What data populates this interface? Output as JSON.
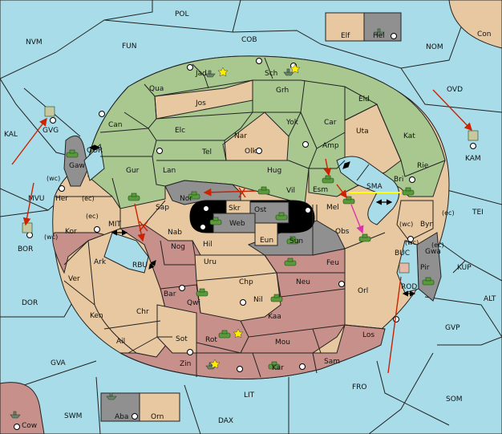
{
  "colors": {
    "sea": "#a8dce8",
    "green": "#a8c890",
    "tan": "#e8c8a0",
    "rose": "#c8908a",
    "gray": "#909090",
    "black": "#000000",
    "order_red": "#cc2200",
    "support_yellow": "#ffff00",
    "convoy_magenta": "#dd33aa"
  },
  "sea_regions": {
    "pol": "POL",
    "nvm": "NVM",
    "fun": "FUN",
    "cob": "COB",
    "nom": "NOM",
    "ovd": "OVD",
    "kal": "KAL",
    "mvu": "MVU",
    "bor": "BOR",
    "tei": "TEI",
    "kup": "KUP",
    "alt": "ALT",
    "dor": "DOR",
    "gvp": "GVP",
    "gva": "GVA",
    "fro": "FRO",
    "som": "SOM",
    "lit": "LIT",
    "swm": "SWM",
    "dax": "DAX",
    "kam": "KAM",
    "gvg": "GVG"
  },
  "straits": {
    "gor": "GOR",
    "mit": "MIT",
    "rbu": "RBU",
    "sma": "SMA",
    "buc": "BUC",
    "rod": "ROD"
  },
  "corner_land": {
    "con": "Con",
    "elf": "Elf",
    "hel": "Hel",
    "aba": "Aba",
    "orn": "Orn",
    "cow": "Cow"
  },
  "provinces": {
    "jad": "Jad",
    "sch": "Sch",
    "qua": "Qua",
    "jos": "Jos",
    "grh": "Grh",
    "eld": "Eld",
    "can": "Can",
    "elc": "Elc",
    "nar": "Nar",
    "yok": "Yok",
    "car": "Car",
    "uta": "Uta",
    "kat": "Kat",
    "tel": "Tel",
    "olk": "Olk",
    "amp": "Amp",
    "gur": "Gur",
    "lan": "Lan",
    "hug": "Hug",
    "rie": "Rie",
    "esm": "Esm",
    "bri": "Bri",
    "gaw": "Gaw",
    "nor": "Nor",
    "vil": "Vil",
    "sap": "Sap",
    "her": "Her",
    "skr": "Skr",
    "ost": "Ost",
    "web": "Web",
    "mel": "Mel",
    "byn": "Byn",
    "kor": "Kor",
    "nab": "Nab",
    "eun": "Eun",
    "sun": "Sun",
    "obs": "Obs",
    "gwa": "Gwa",
    "hil": "Hil",
    "nog": "Nog",
    "pir": "Pir",
    "ark": "Ark",
    "uru": "Uru",
    "feu": "Feu",
    "chp": "Chp",
    "neu": "Neu",
    "orl": "Orl",
    "ver": "Ver",
    "bar": "Bar",
    "qwi": "Qwi",
    "nil": "Nil",
    "ken": "Ken",
    "chr": "Chr",
    "kaa": "Kaa",
    "los": "Los",
    "ail": "Ail",
    "sot": "Sot",
    "rot": "Rot",
    "mou": "Mou",
    "zin": "Zin",
    "kar": "Kar",
    "sam": "Sam"
  },
  "coast_tags": {
    "her_wc": "(wc)",
    "her_ec": "(ec)",
    "kor_ec": "(ec)",
    "kor_wc": "(wc)",
    "byn_wc": "(wc)",
    "byn_ec": "(ec)",
    "gwa_wc": "(wc)",
    "gwa_ec": "(ec)"
  }
}
